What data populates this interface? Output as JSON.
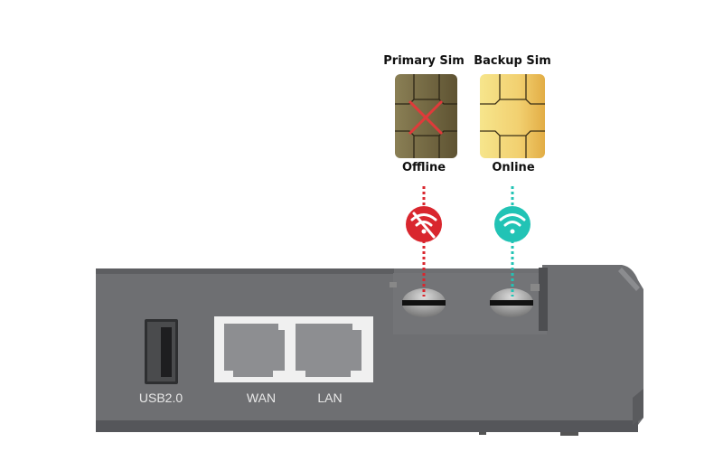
{
  "sims": [
    {
      "title": "Primary Sim",
      "status": "Offline",
      "icon": "wifi-off-icon",
      "color": "#d9262e"
    },
    {
      "title": "Backup Sim",
      "status": "Online",
      "icon": "wifi-icon",
      "color": "#22c3b5"
    }
  ],
  "ports": {
    "usb": "USB2.0",
    "wan": "WAN",
    "lan": "LAN"
  },
  "colors": {
    "device": "#6f7073",
    "offline": "#d9262e",
    "online": "#22c3b5"
  }
}
